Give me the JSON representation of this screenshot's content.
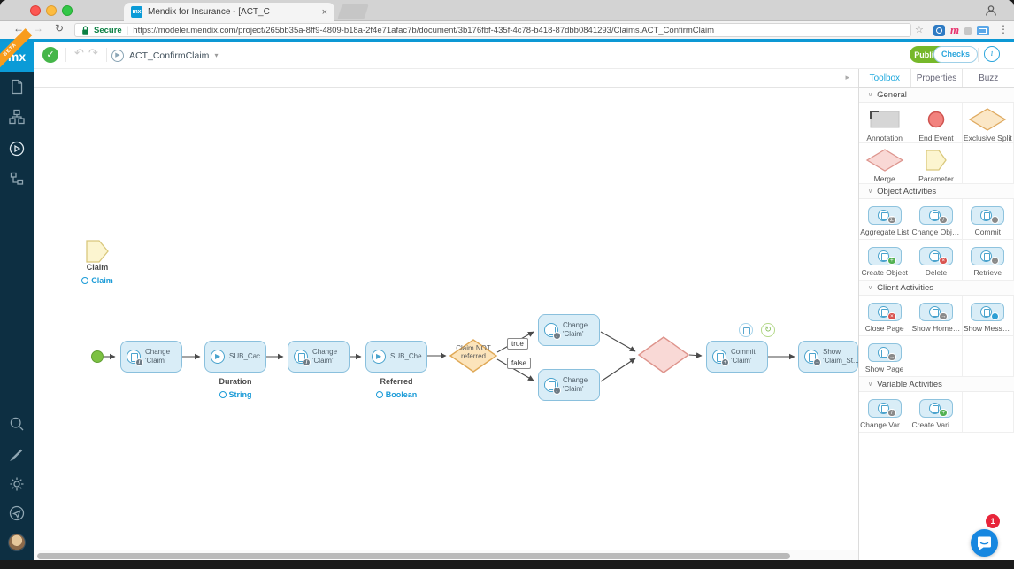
{
  "browser": {
    "tab_title": "Mendix for Insurance - [ACT_C",
    "secure_label": "Secure",
    "url": "https://modeler.mendix.com/project/265bb35a-8ff9-4809-b18a-2f4e71afac7b/document/3b176fbf-435f-4c78-b418-87dbb0841293/Claims.ACT_ConfirmClaim"
  },
  "icons": {
    "back": "←",
    "forward": "→",
    "reload": "↻",
    "star": "☆",
    "menu": "⋮",
    "close_tab": "×",
    "undo": "↶",
    "redo": "↷",
    "caret": "▾",
    "collapse": "▸",
    "chevron": "∨",
    "mendix_ext": "m",
    "check": "✓",
    "play": "▶",
    "refresh": "↻",
    "info": "i"
  },
  "app": {
    "logo": "mx",
    "beta": "BETA",
    "document_title": "ACT_ConfirmClaim",
    "publish": "Publish",
    "checks": "Checks"
  },
  "panel": {
    "tabs": [
      {
        "label": "Toolbox"
      },
      {
        "label": "Properties"
      },
      {
        "label": "Buzz"
      }
    ],
    "sections": [
      {
        "title": "General",
        "items": [
          {
            "label": "Annotation",
            "shape": "annotation"
          },
          {
            "label": "End Event",
            "shape": "end-event"
          },
          {
            "label": "Exclusive Split",
            "shape": "exclusive-split"
          },
          {
            "label": "Merge",
            "shape": "merge"
          },
          {
            "label": "Parameter",
            "shape": "parameter"
          }
        ]
      },
      {
        "title": "Object Activities",
        "items": [
          {
            "label": "Aggregate List",
            "shape": "activity",
            "badge": "#8a8a8a",
            "glyph": "Σ"
          },
          {
            "label": "Change Object",
            "shape": "activity",
            "badge": "#8a8a8a",
            "glyph": "/"
          },
          {
            "label": "Commit",
            "shape": "activity",
            "badge": "#8a8a8a",
            "glyph": "+"
          },
          {
            "label": "Create Object",
            "shape": "activity",
            "badge": "#52b152",
            "glyph": "+"
          },
          {
            "label": "Delete",
            "shape": "activity",
            "badge": "#d9534f",
            "glyph": "×"
          },
          {
            "label": "Retrieve",
            "shape": "activity",
            "badge": "#8a8a8a",
            "glyph": "↓"
          }
        ]
      },
      {
        "title": "Client Activities",
        "items": [
          {
            "label": "Close Page",
            "shape": "activity",
            "badge": "#d9534f",
            "glyph": "×"
          },
          {
            "label": "Show Home P...",
            "shape": "activity",
            "badge": "#8a8a8a",
            "glyph": "→"
          },
          {
            "label": "Show Message",
            "shape": "activity",
            "badge": "#2e9fd4",
            "glyph": "i"
          },
          {
            "label": "Show Page",
            "shape": "activity",
            "badge": "#8a8a8a",
            "glyph": "→"
          }
        ]
      },
      {
        "title": "Variable Activities",
        "items": [
          {
            "label": "Change Variable",
            "shape": "activity",
            "badge": "#8a8a8a",
            "glyph": "/"
          },
          {
            "label": "Create Variable",
            "shape": "activity",
            "badge": "#52b152",
            "glyph": "+"
          }
        ]
      }
    ]
  },
  "flow": {
    "parameter": {
      "name": "Claim",
      "entity": "Claim"
    },
    "nodes": [
      {
        "title": "Change",
        "subtitle": "'Claim'",
        "kind": "change"
      },
      {
        "title": "SUB_Cac...",
        "subtitle": "",
        "kind": "sub"
      },
      {
        "title": "Change",
        "subtitle": "'Claim'",
        "kind": "change"
      },
      {
        "title": "SUB_Che...",
        "subtitle": "",
        "kind": "sub"
      },
      {
        "title": "Change",
        "subtitle": "'Claim'",
        "kind": "change"
      },
      {
        "title": "Change",
        "subtitle": "'Claim'",
        "kind": "change"
      },
      {
        "title": "Commit",
        "subtitle": "'Claim'",
        "kind": "commit"
      },
      {
        "title": "Show",
        "subtitle": "'Claim_St...",
        "kind": "show"
      }
    ],
    "decision": {
      "line1": "Claim NOT",
      "line2": "referred"
    },
    "edge_labels": {
      "yes": "true",
      "no": "false"
    },
    "vars": [
      {
        "name": "Duration",
        "type": "String"
      },
      {
        "name": "Referred",
        "type": "Boolean"
      }
    ]
  },
  "chat": {
    "badge": "1"
  },
  "colors": {
    "accent_blue": "#0d98d4",
    "mendix_green": "#76b82a",
    "link_blue": "#1b9bd7",
    "node_fill": "#d9edf7",
    "node_border": "#8ac0dd"
  }
}
